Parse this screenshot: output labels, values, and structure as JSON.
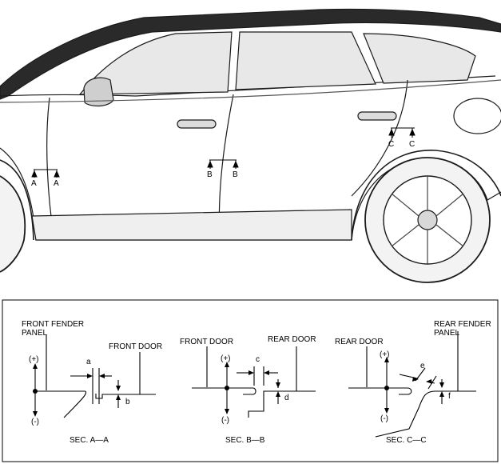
{
  "car_markers": {
    "a_left": "A",
    "a_right": "A",
    "b_left": "B",
    "b_right": "B",
    "c_left": "C",
    "c_right": "C"
  },
  "sec_a": {
    "label_fender_line1": "FRONT FENDER",
    "label_fender_line2": "PANEL",
    "label_door": "FRONT DOOR",
    "plus": "(+)",
    "minus": "(-)",
    "dim_gap": "a",
    "dim_flush": "b",
    "caption": "SEC. A—A"
  },
  "sec_b": {
    "label_front": "FRONT DOOR",
    "label_rear": "REAR DOOR",
    "plus": "(+)",
    "minus": "(-)",
    "dim_gap": "c",
    "dim_flush": "d",
    "caption": "SEC. B—B"
  },
  "sec_c": {
    "label_door": "REAR DOOR",
    "label_fender_line1": "REAR FENDER",
    "label_fender_line2": "PANEL",
    "plus": "(+)",
    "minus": "(-)",
    "dim_gap": "e",
    "dim_flush": "f",
    "caption": "SEC. C—C"
  }
}
